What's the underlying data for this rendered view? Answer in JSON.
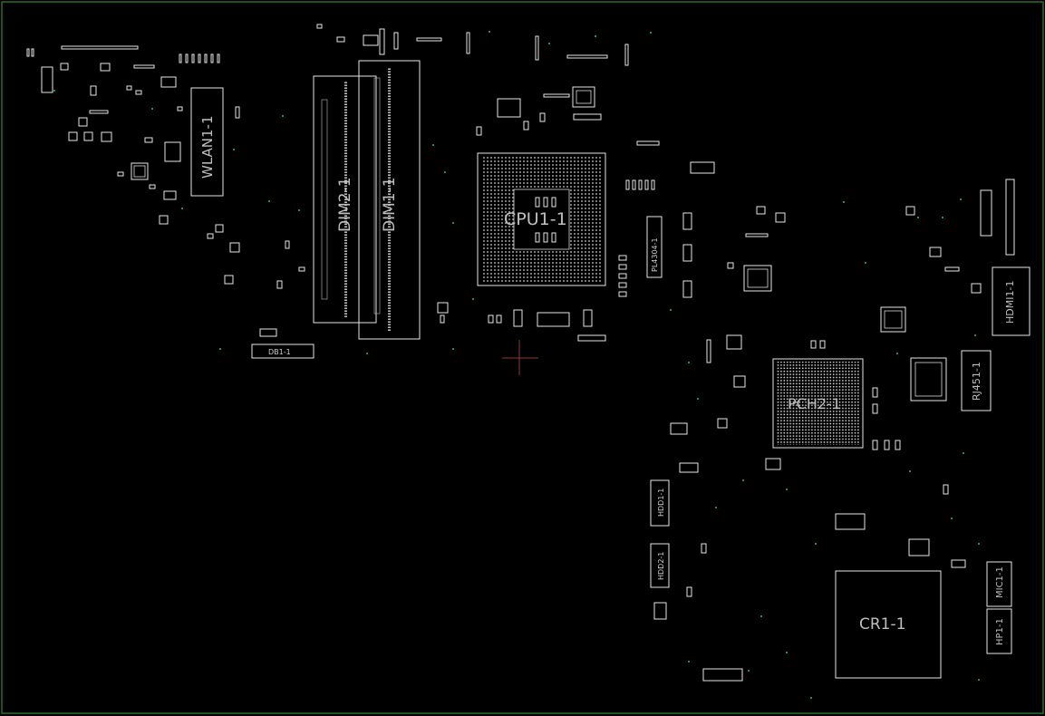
{
  "board": {
    "frame_color": "#2c6b2c",
    "outline_color": "#e6e6e6",
    "label_color": "#bfbfbf",
    "via_color": "#2bb5a8",
    "background": "#000000"
  },
  "labels": {
    "wlan": "WLAN1-1",
    "dim2": "DIM2-1",
    "dim1": "DIM1-1",
    "cpu": "CPU1-1",
    "pch": "PCH2-1",
    "cr": "CR1-1",
    "hdmi": "HDMI1-1",
    "rj45": "RJ451-1",
    "mic": "MIC1-1",
    "hp": "HP1-1",
    "hdd1": "HDD1-1",
    "hdd2": "HDD2-1",
    "db": "DB1-1",
    "pl": "PL4304-1"
  }
}
